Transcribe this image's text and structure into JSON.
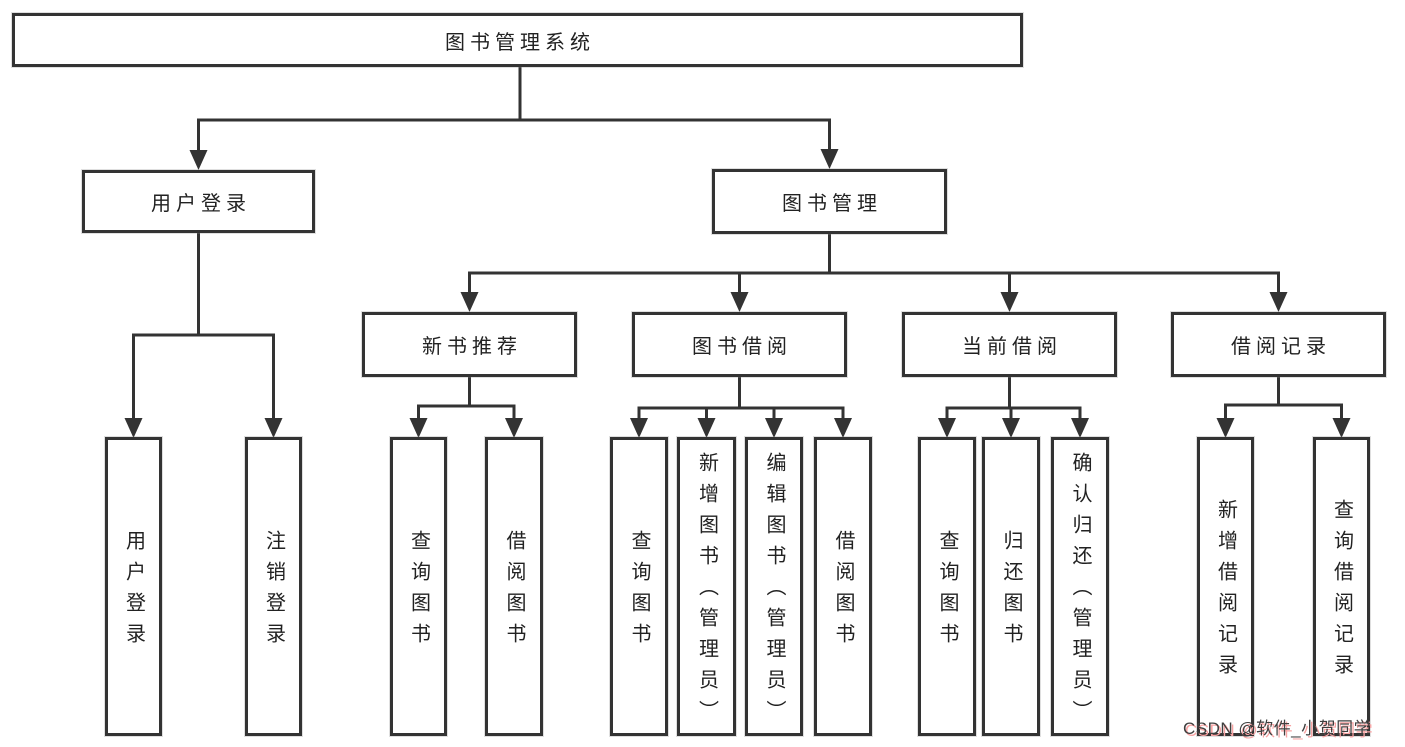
{
  "colors": {
    "background": "#ffffff",
    "box_border": "#333333",
    "connector_line": "#333333",
    "box_text": "#222222",
    "watermark_text": "#3f3f3f",
    "watermark_shadow": "#f8a3a3"
  },
  "watermark": {
    "text": "CSDN @软件_小贺同学"
  },
  "tree": {
    "root": {
      "label": "图书管理系统"
    },
    "branches": [
      {
        "label": "用户登录",
        "children": [
          {
            "label": "用户登录"
          },
          {
            "label": "注销登录"
          }
        ]
      },
      {
        "label": "图书管理",
        "groups": [
          {
            "label": "新书推荐",
            "children": [
              {
                "label": "查询图书"
              },
              {
                "label": "借阅图书"
              }
            ]
          },
          {
            "label": "图书借阅",
            "children": [
              {
                "label": "查询图书"
              },
              {
                "label": "新增图书（管理员）"
              },
              {
                "label": "编辑图书（管理员）"
              },
              {
                "label": "借阅图书"
              }
            ]
          },
          {
            "label": "当前借阅",
            "children": [
              {
                "label": "查询图书"
              },
              {
                "label": "归还图书"
              },
              {
                "label": "确认归还（管理员）"
              }
            ]
          },
          {
            "label": "借阅记录",
            "children": [
              {
                "label": "新增借阅记录"
              },
              {
                "label": "查询借阅记录"
              }
            ]
          }
        ]
      }
    ]
  }
}
